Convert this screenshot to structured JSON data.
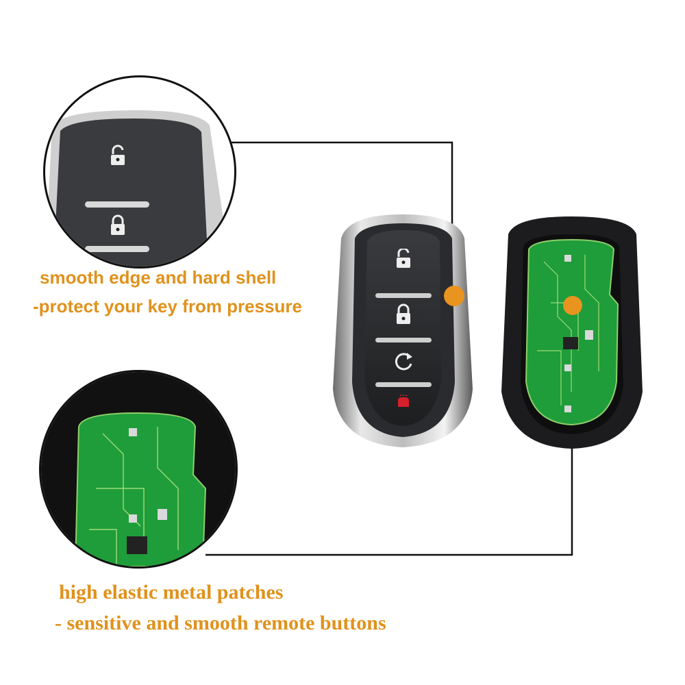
{
  "callouts": {
    "top_line1": "smooth edge and hard shell",
    "top_line2": "-protect your key from pressure",
    "bottom_line1": "high elastic metal patches",
    "bottom_line2": "- sensitive and smooth remote buttons"
  },
  "icons": {
    "unlock": "unlock-icon",
    "lock": "lock-icon",
    "remote_start": "remote-start-icon",
    "panic": "panic-icon"
  },
  "colors": {
    "accent": "#e8941e",
    "callout_text": "#e0921c",
    "pcb_green": "#1f9d3a",
    "shell_black": "#1c1c1e",
    "panic_red": "#d61f2c"
  }
}
